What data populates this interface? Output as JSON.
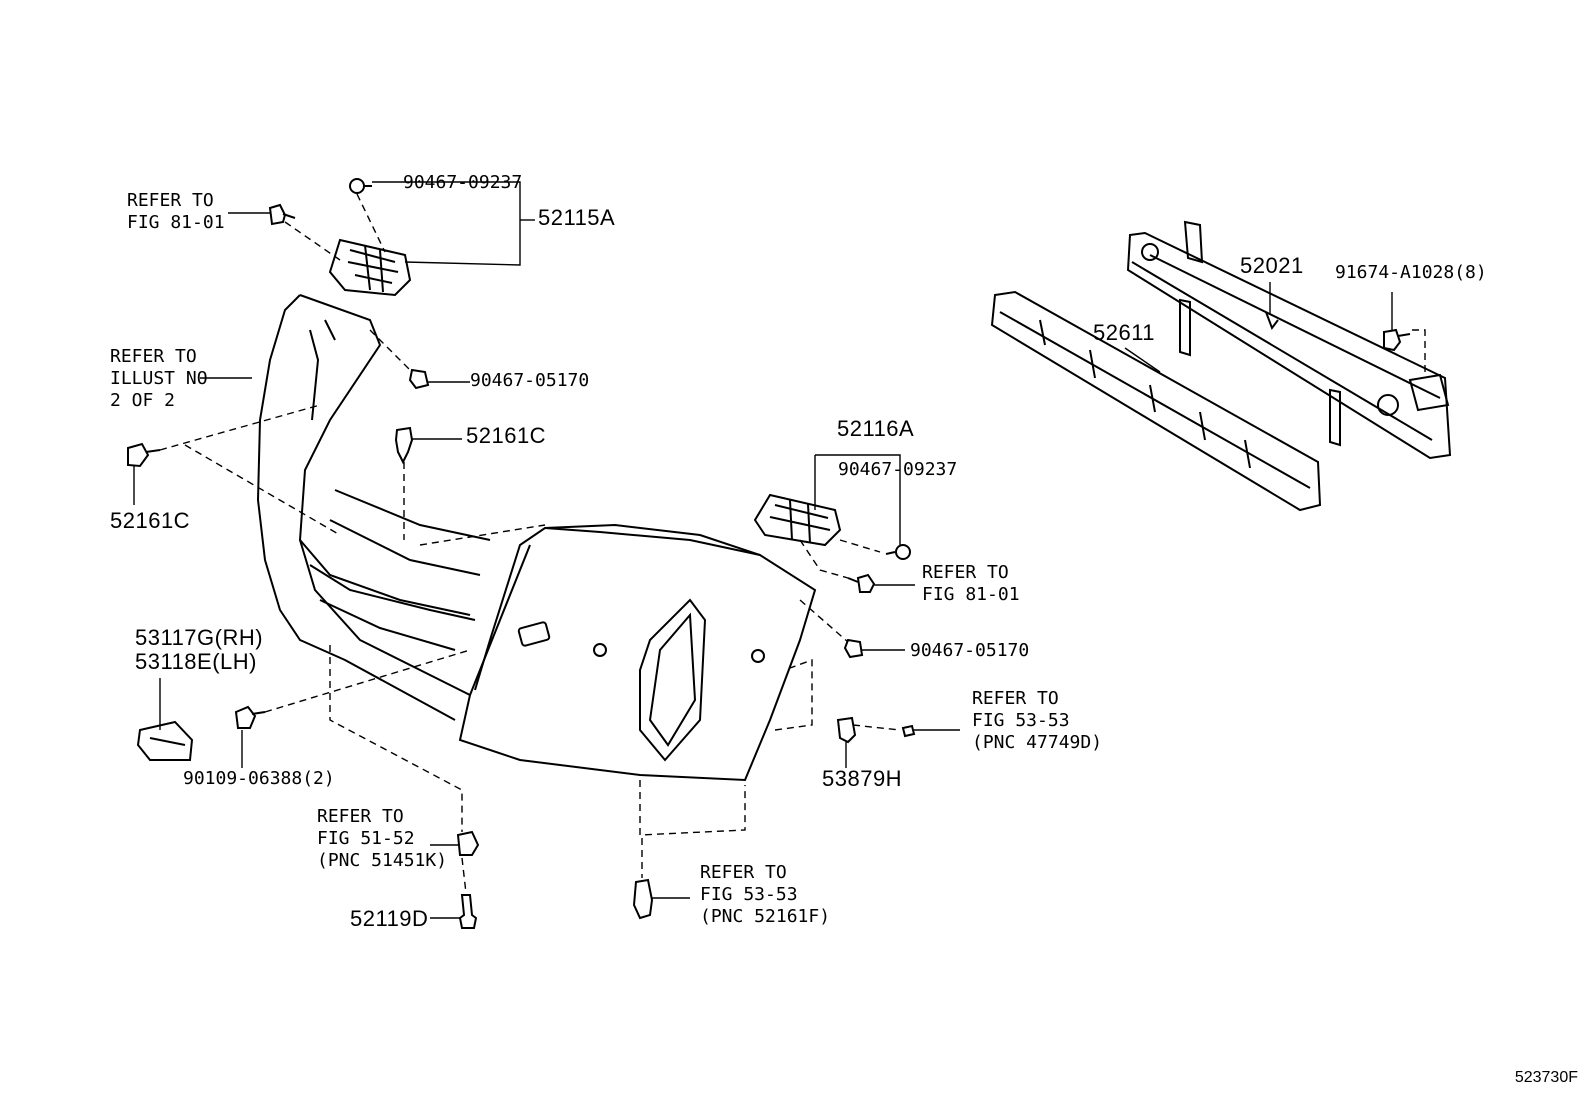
{
  "callouts": {
    "refer_fig_81_01_top": [
      "REFER TO",
      "FIG 81-01"
    ],
    "part_90467_09237_top": "90467-09237",
    "part_52115A": "52115A",
    "refer_illust": [
      "REFER TO",
      "ILLUST NO",
      "2 OF 2"
    ],
    "part_90467_05170_top": "90467-05170",
    "part_52161C_upper": "52161C",
    "part_52161C_left": "52161C",
    "part_53117G": "53117G(RH)",
    "part_53118E": "53118E(LH)",
    "part_90109": "90109-06388(2)",
    "part_52116A": "52116A",
    "part_90467_09237_right": "90467-09237",
    "refer_fig_81_01_right": [
      "REFER TO",
      "FIG 81-01"
    ],
    "part_90467_05170_right": "90467-05170",
    "refer_fig_53_53_upper": [
      "REFER TO",
      "FIG 53-53",
      "(PNC 47749D)"
    ],
    "part_53879H": "53879H",
    "refer_fig_51_52": [
      "REFER TO",
      "FIG 51-52",
      "(PNC 51451K)"
    ],
    "part_52119D": "52119D",
    "refer_fig_53_53_lower": [
      "REFER TO",
      "FIG 53-53",
      "(PNC 52161F)"
    ],
    "part_52021": "52021",
    "part_52611": "52611",
    "part_91674": "91674-A1028(8)"
  },
  "figure_id": "523730F"
}
